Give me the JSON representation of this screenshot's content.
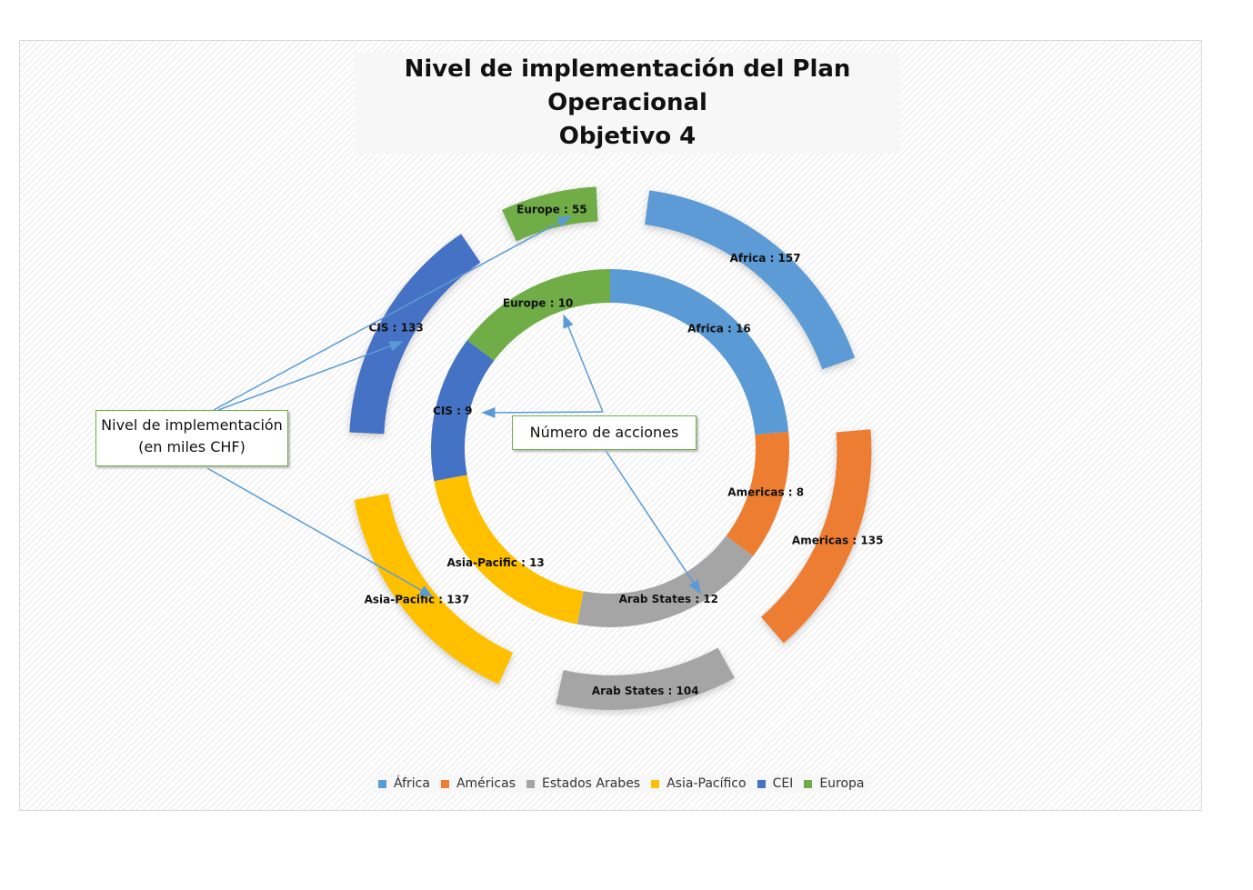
{
  "chart_data": {
    "type": "doughnut",
    "title": "Nivel de implementación del Plan Operacional",
    "subtitle": "Objetivo 4",
    "categories": [
      "Africa",
      "Americas",
      "Arab States",
      "Asia-Pacific",
      "CIS",
      "Europe"
    ],
    "series": [
      {
        "name": "Número de acciones",
        "ring": "inner",
        "values": [
          16,
          8,
          12,
          13,
          9,
          10
        ],
        "labels": [
          "Africa  : 16",
          "Americas : 8",
          "Arab States : 12",
          "Asia-Pacific : 13",
          "CIS : 9",
          "Europe : 10"
        ]
      },
      {
        "name": "Nivel de implementación (en miles CHF)",
        "ring": "outer",
        "values": [
          157,
          135,
          104,
          137,
          133,
          55
        ],
        "labels": [
          "Africa  : 157",
          "Americas : 135",
          "Arab States : 104",
          "Asia-Pacific : 137",
          "CIS : 133",
          "Europe : 55"
        ]
      }
    ],
    "colors": [
      "#5b9bd5",
      "#ed7d31",
      "#a5a5a5",
      "#ffc000",
      "#4472c4",
      "#70ad47"
    ],
    "legend": {
      "position": "bottom",
      "entries": [
        "África",
        "Américas",
        "Estados Arabes",
        "Asia-Pacífico",
        "CEI",
        "Europa"
      ]
    },
    "annotations": [
      "Nivel de implementación\n(en miles CHF)",
      "Número de acciones"
    ]
  }
}
